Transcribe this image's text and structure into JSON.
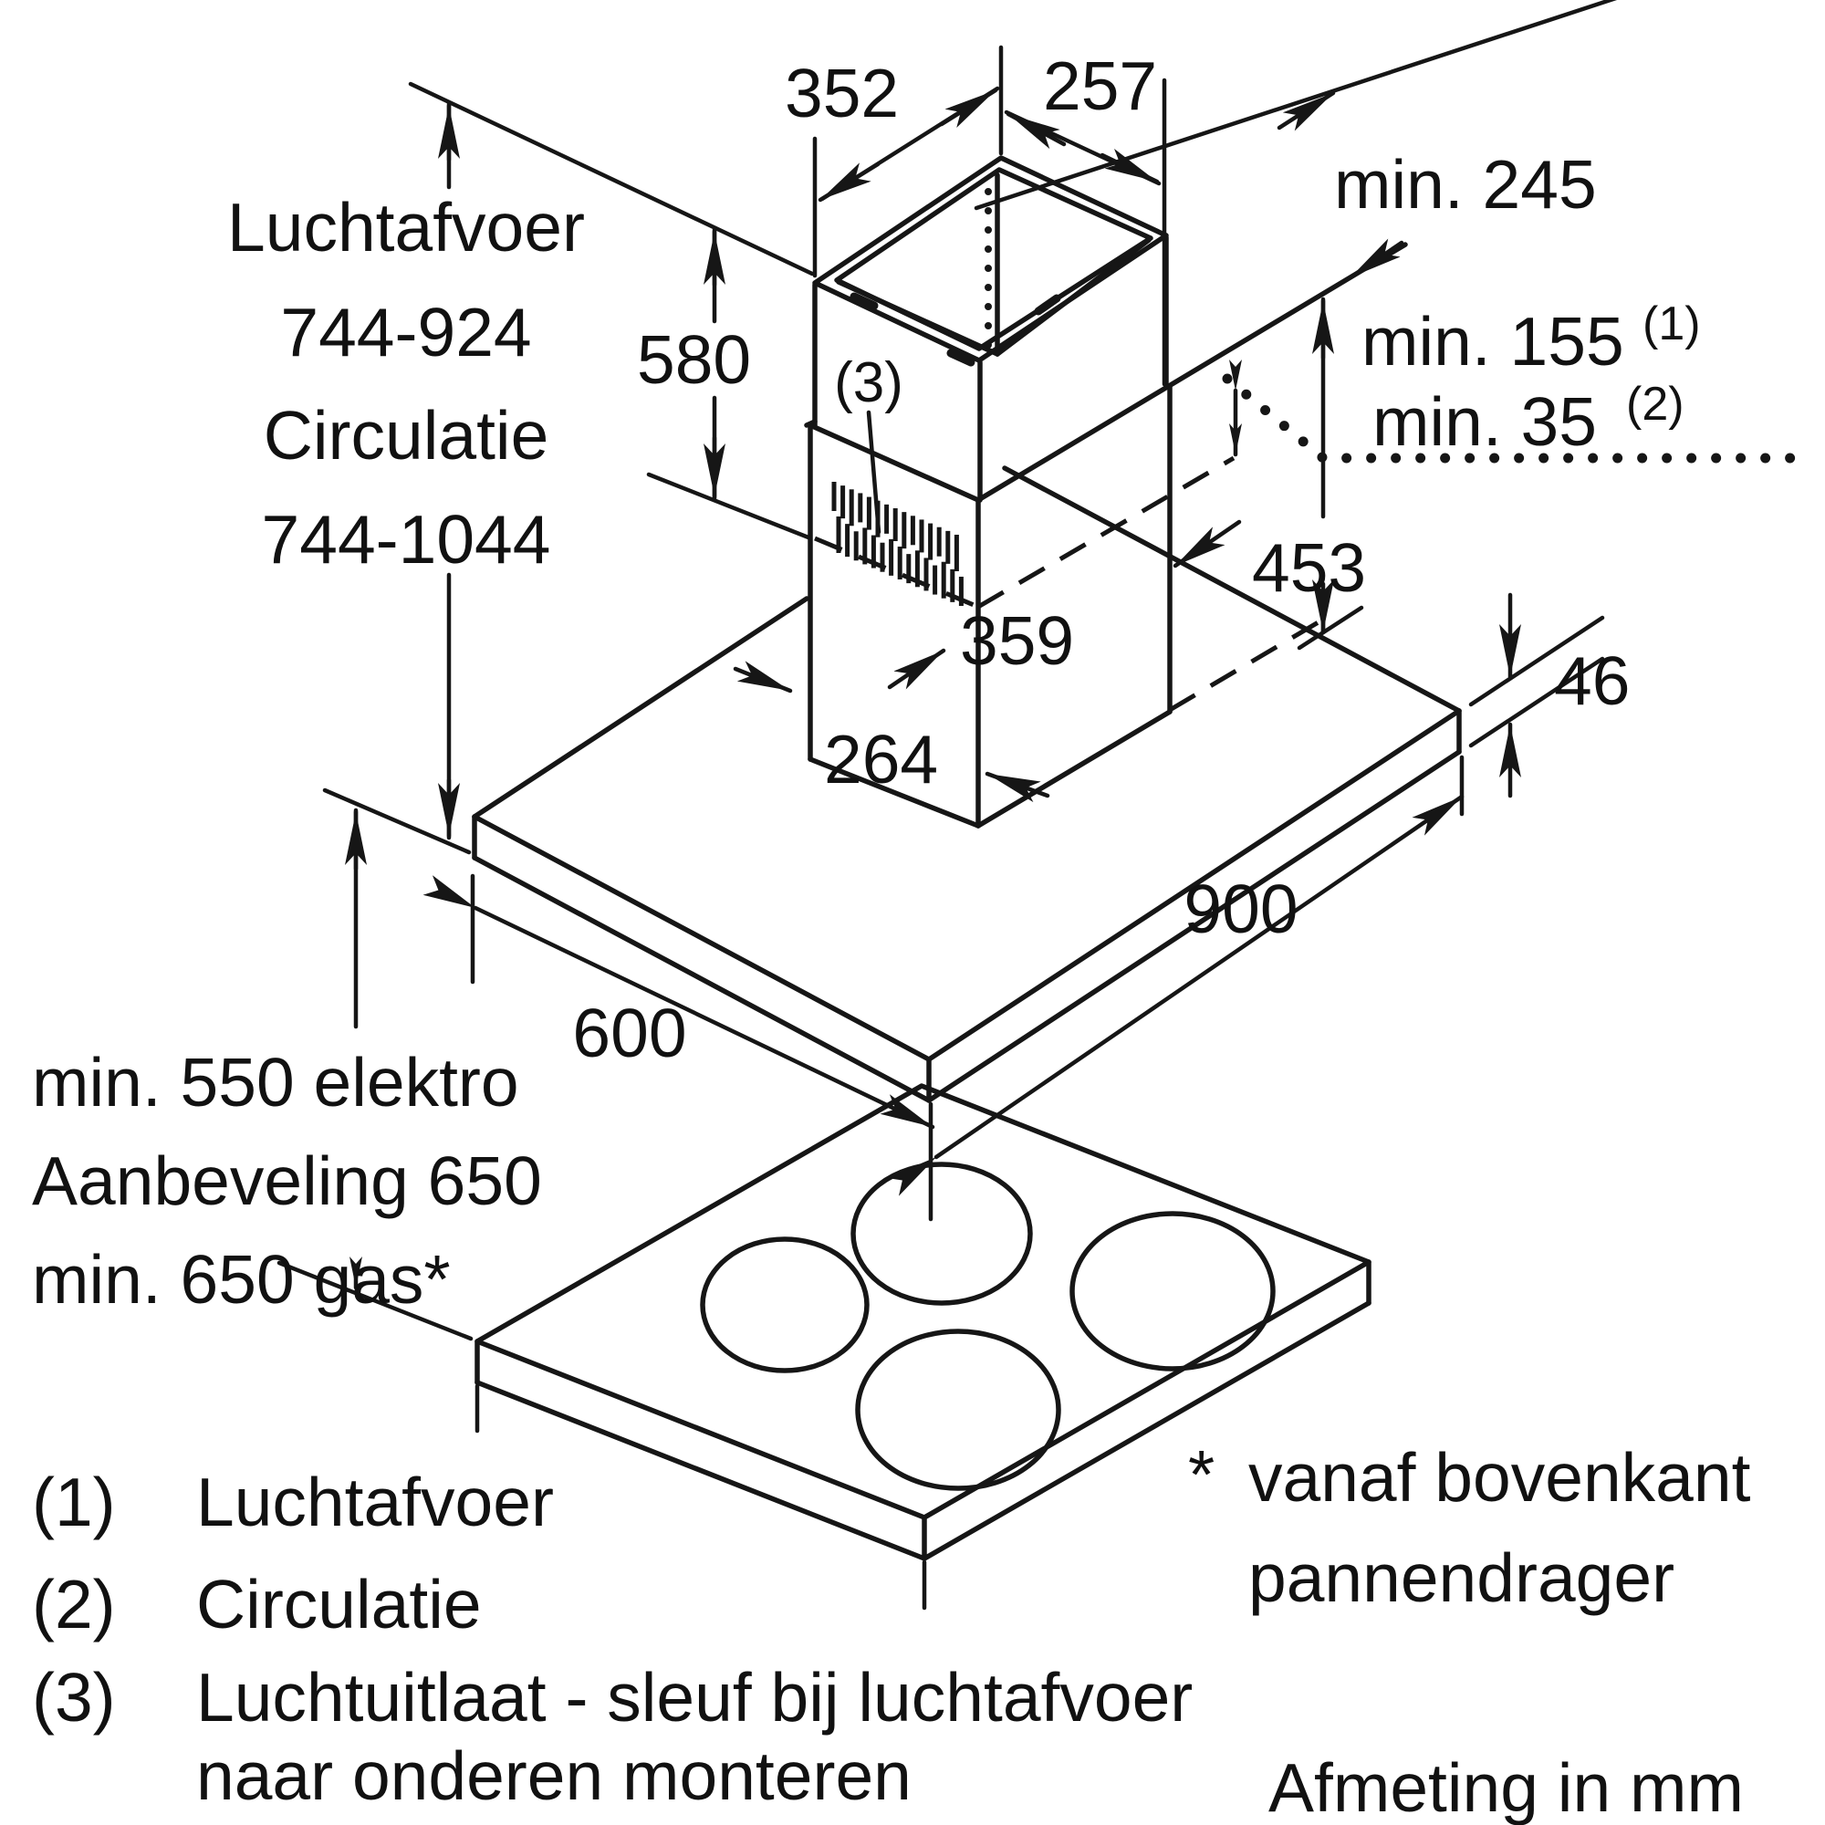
{
  "labels": {
    "dim_352": "352",
    "dim_257": "257",
    "dim_580": "580",
    "duct_heights": [
      "Luchtafvoer",
      "744-924",
      "Circulatie",
      "744-1044"
    ],
    "min_245": "min. 245",
    "min_155": "min. 155",
    "min_155_sup": "(1)",
    "min_35": "min. 35",
    "min_35_sup": "(2)",
    "dim_453": "453",
    "dim_359": "359",
    "dim_264": "264",
    "dim_46": "46",
    "slot_ref": "(3)",
    "dim_600": "600",
    "dim_900": "900",
    "clearance": [
      "min. 550 elektro",
      "Aanbeveling 650",
      "min. 650 gas*"
    ],
    "legend": [
      {
        "ref": "(1)",
        "text": "Luchtafvoer"
      },
      {
        "ref": "(2)",
        "text": "Circulatie"
      },
      {
        "ref": "(3)",
        "text": "Luchtuitlaat - sleuf bij luchtafvoer",
        "text2": "naar onderen monteren"
      }
    ],
    "footnote_mark": "*",
    "footnote": [
      "vanaf bovenkant",
      "pannendrager"
    ],
    "units_note": "Afmeting in mm"
  },
  "colors": {
    "line": "#161616",
    "text": "#111111",
    "background": "#ffffff"
  }
}
